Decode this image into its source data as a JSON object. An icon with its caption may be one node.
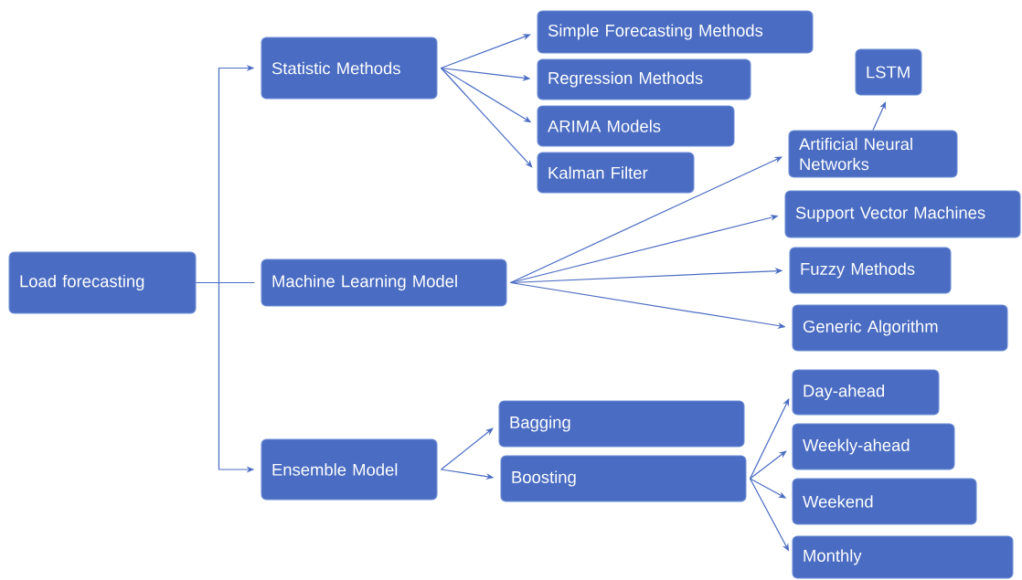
{
  "diagram": {
    "nodes": [
      {
        "text": [
          "Load forecasting"
        ]
      },
      {
        "text": [
          "Statistic Methods"
        ]
      },
      {
        "text": [
          "Machine Learning Model"
        ]
      },
      {
        "text": [
          "Ensemble Model"
        ]
      },
      {
        "text": [
          "Simple Forecasting Methods"
        ]
      },
      {
        "text": [
          "Regression Methods"
        ]
      },
      {
        "text": [
          "ARIMA Models"
        ]
      },
      {
        "text": [
          "Kalman Filter"
        ]
      },
      {
        "text": [
          "LSTM"
        ]
      },
      {
        "text": [
          "Artificial Neural Networks"
        ]
      },
      {
        "text": [
          "Support Vector Machines"
        ]
      },
      {
        "text": [
          "Fuzzy Methods"
        ]
      },
      {
        "text": [
          "Generic Algorithm"
        ]
      },
      {
        "text": [
          "Bagging"
        ]
      },
      {
        "text": [
          "Boosting"
        ]
      },
      {
        "text": [
          "Day-ahead"
        ]
      },
      {
        "text": [
          "Weekly-ahead"
        ]
      },
      {
        "text": [
          "Weekend"
        ]
      },
      {
        "text": [
          "Monthly"
        ]
      }
    ],
    "edges": [
      {
        "from": 0,
        "to": 1,
        "arrow": "to"
      },
      {
        "from": 0,
        "to": 2,
        "arrow": "none"
      },
      {
        "from": 0,
        "to": 3,
        "arrow": "to"
      },
      {
        "from": 1,
        "to": 4,
        "arrow": "to"
      },
      {
        "from": 1,
        "to": 5,
        "arrow": "to"
      },
      {
        "from": 1,
        "to": 6,
        "arrow": "to"
      },
      {
        "from": 1,
        "to": 7,
        "arrow": "to"
      },
      {
        "from": 2,
        "to": 9,
        "arrow": "to"
      },
      {
        "from": 2,
        "to": 10,
        "arrow": "to"
      },
      {
        "from": 2,
        "to": 11,
        "arrow": "to"
      },
      {
        "from": 2,
        "to": 12,
        "arrow": "to"
      },
      {
        "from": 9,
        "to": 8,
        "arrow": "to"
      },
      {
        "from": 3,
        "to": 13,
        "arrow": "to"
      },
      {
        "from": 3,
        "to": 14,
        "arrow": "to"
      },
      {
        "from": 14,
        "to": 15,
        "arrow": "to"
      },
      {
        "from": 14,
        "to": 16,
        "arrow": "to"
      },
      {
        "from": 14,
        "to": 17,
        "arrow": "to"
      },
      {
        "from": 14,
        "to": 18,
        "arrow": "to"
      }
    ]
  }
}
